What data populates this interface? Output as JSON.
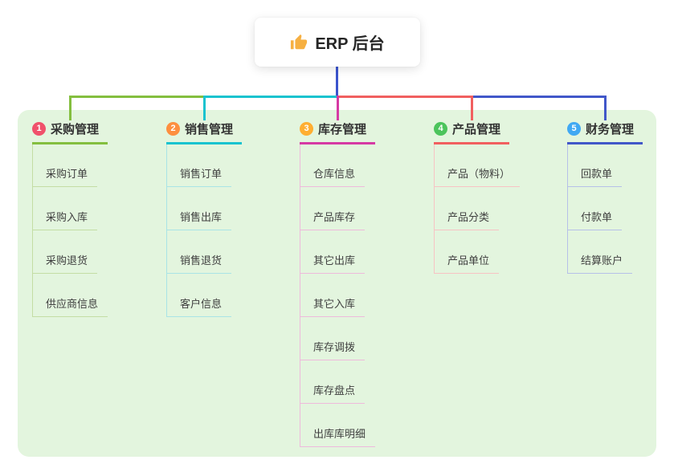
{
  "root": {
    "title": "ERP 后台",
    "icon": "thumbs-up-icon",
    "icon_color": "#f6b042"
  },
  "colors": {
    "root_line": "#3b54cd",
    "panel_background": "#e3f5de",
    "title_text": "#333333",
    "child_text": "#404040"
  },
  "branches": [
    {
      "index": "1",
      "title": "采购管理",
      "badge_color": "#f0516b",
      "line_color": "#84bf3f",
      "child_line_color": "#c4dda4",
      "children": [
        "采购订单",
        "采购入库",
        "采购退货",
        "供应商信息"
      ]
    },
    {
      "index": "2",
      "title": "销售管理",
      "badge_color": "#fd8f3f",
      "line_color": "#19c3cf",
      "child_line_color": "#a9e4e6",
      "children": [
        "销售订单",
        "销售出库",
        "销售退货",
        "客户信息"
      ]
    },
    {
      "index": "3",
      "title": "库存管理",
      "badge_color": "#ffae31",
      "line_color": "#d63aa4",
      "child_line_color": "#eebadc",
      "children": [
        "仓库信息",
        "产品库存",
        "其它出库",
        "其它入库",
        "库存调拨",
        "库存盘点",
        "出库库明细"
      ]
    },
    {
      "index": "4",
      "title": "产品管理",
      "badge_color": "#4cc45c",
      "line_color": "#f15f5f",
      "child_line_color": "#f7c3c4",
      "children": [
        "产品（物料）",
        "产品分类",
        "产品单位"
      ]
    },
    {
      "index": "5",
      "title": "财务管理",
      "badge_color": "#41a9f3",
      "line_color": "#4157c9",
      "child_line_color": "#b6c0e8",
      "children": [
        "回款单",
        "付款单",
        "结算账户"
      ]
    }
  ]
}
